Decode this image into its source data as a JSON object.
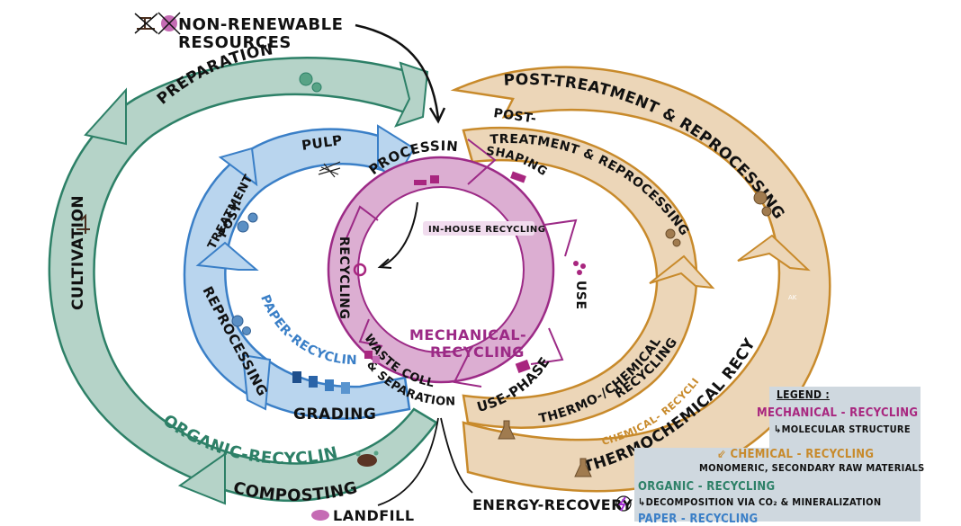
{
  "title": "Recycling pathways diagram",
  "top_input": {
    "label_line1": "NON-RENEWABLE",
    "label_line2": "RESOURCES",
    "icons": [
      "crossed-out-plant-icon",
      "crossed-out-recycle-icon"
    ]
  },
  "organic_cycle": {
    "name": "ORGANIC-RECYCLING",
    "color": "#2d8067",
    "fill": "#b5d3c8",
    "steps": [
      {
        "label": "PREPARATION",
        "icon": "gears-icon"
      },
      {
        "label": "CULTIVATION",
        "icon": "sprout-icon"
      },
      {
        "label": "COMPOSTING",
        "icon": "compost-soil-icon"
      }
    ]
  },
  "paper_cycle": {
    "name": "PAPER-RECYCLING",
    "color": "#3a7fc7",
    "fill": "#b9d5ee",
    "steps": [
      {
        "label": "PULP",
        "icon": "fibers-icon"
      },
      {
        "label_line1": "POST-",
        "label_line2": "TREATMENT",
        "icon": "gears-icon"
      },
      {
        "label": "REPROCESSING",
        "icon": "gears-icon"
      },
      {
        "label": "GRADING",
        "icon": "bins-icon"
      }
    ]
  },
  "mechanical_cycle": {
    "name_line1": "MECHANICAL-",
    "name_line2": "RECYCLING",
    "color": "#9c2a86",
    "fill": "#dcaed2",
    "inner_label": "IN-HOUSE RECYCLING",
    "steps": [
      {
        "label": "PROCESSING",
        "icon": "machine-icon"
      },
      {
        "label": "SHAPING",
        "icon": "mold-icon"
      },
      {
        "label": "USE",
        "icon": "people-icon"
      },
      {
        "label": "USE-PHASE",
        "icon": "calendar-icon"
      },
      {
        "label_line1": "WASTE COLLECTION",
        "label_line2": "& SEPARATION",
        "icon": "bins-icon"
      },
      {
        "label": "RECYCLING",
        "icon": "recycle-icon"
      }
    ]
  },
  "chemical_cycle": {
    "name": "CHEMICAL- RECYCLING",
    "color": "#c88a2b",
    "fill": "#ecd6b8",
    "inner_ring": {
      "top_line1": "POST-",
      "top_line2": "TREATMENT & REPROCESSING",
      "bottom_line1": "THERMO-/CHEMICAL",
      "bottom_line2": "RECYCLING"
    },
    "outer_ring": {
      "top_label": "POST-TREATMENT & REPROCESSING",
      "bottom_label": "THERMOCHEMICAL RECYCLING"
    },
    "signature": "AK"
  },
  "outputs": {
    "landfill": "LANDFILL",
    "energy_recovery": "ENERGY-RECOVERY"
  },
  "legend": {
    "title": "LEGEND :",
    "items": [
      {
        "name": "MECHANICAL - RECYCLING",
        "desc": "↳MOLECULAR STRUCTURE",
        "color": "#a8267f"
      },
      {
        "name": "⇙ CHEMICAL - RECYCLING",
        "desc": "MONOMERIC, SECONDARY RAW MATERIALS",
        "color": "#c88a2b"
      },
      {
        "name": "ORGANIC - RECYCLING",
        "desc": "↳DECOMPOSITION VIA CO₂ & MINERALIZATION",
        "color": "#2d8067"
      },
      {
        "name": "PAPER - RECYCLING",
        "desc": "",
        "color": "#3a7fc7"
      }
    ]
  }
}
